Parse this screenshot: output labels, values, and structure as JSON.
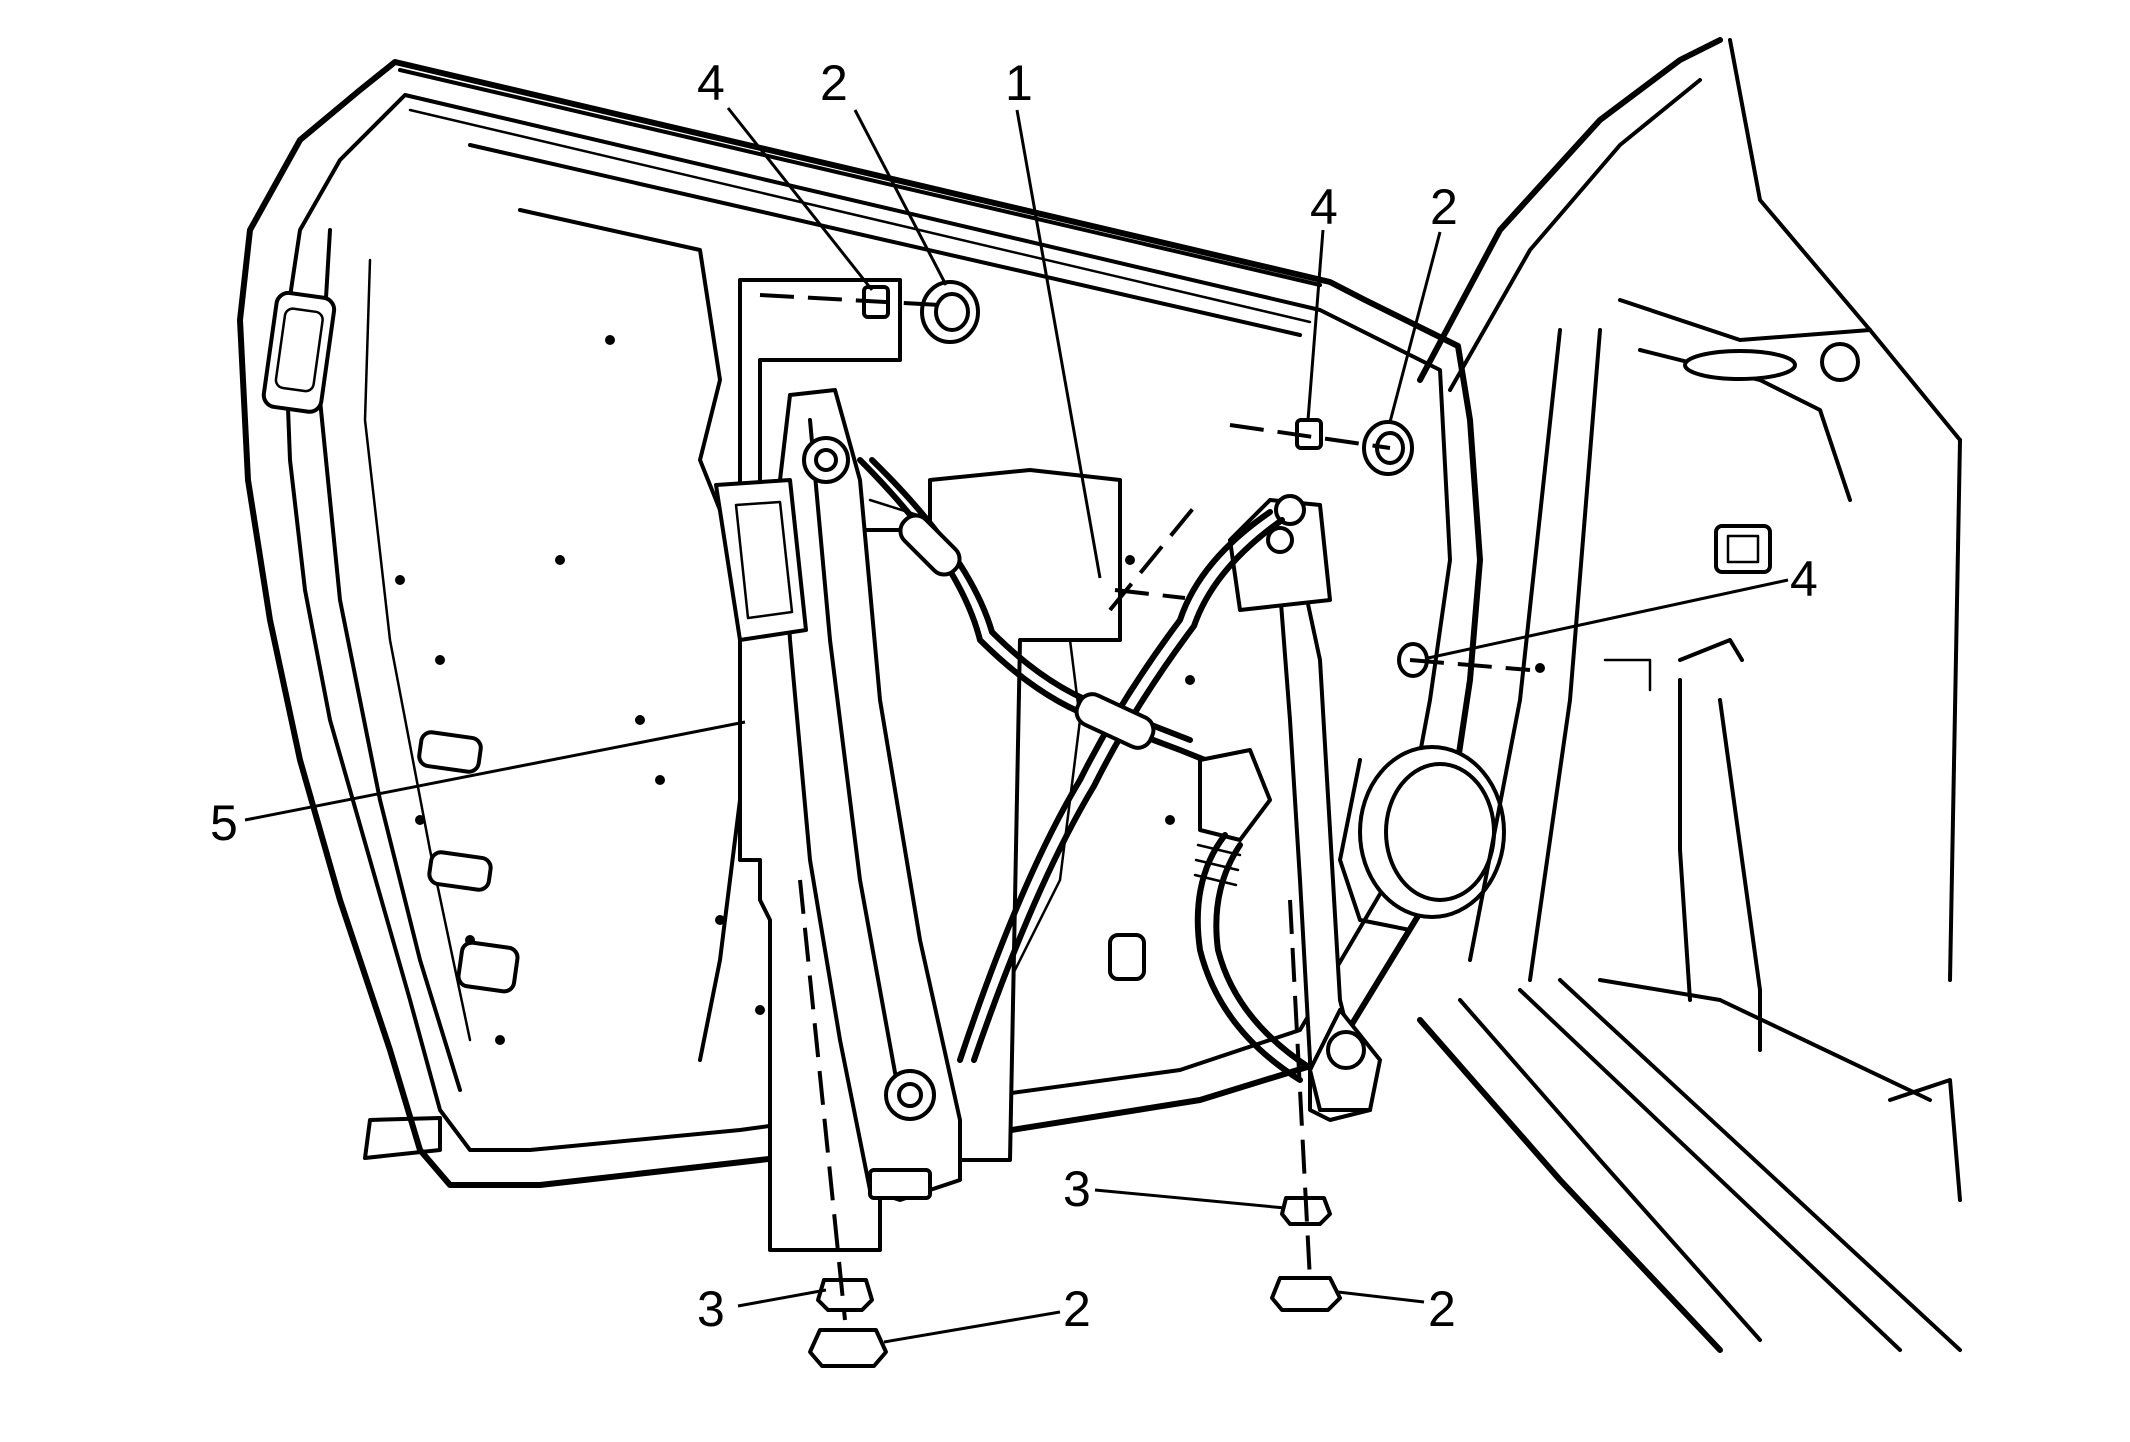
{
  "diagram": {
    "callouts": [
      {
        "label": "4"
      },
      {
        "label": "2"
      },
      {
        "label": "1"
      },
      {
        "label": "4"
      },
      {
        "label": "2"
      },
      {
        "label": "4"
      },
      {
        "label": "5"
      },
      {
        "label": "3"
      },
      {
        "label": "3"
      },
      {
        "label": "2"
      },
      {
        "label": "2"
      }
    ]
  }
}
